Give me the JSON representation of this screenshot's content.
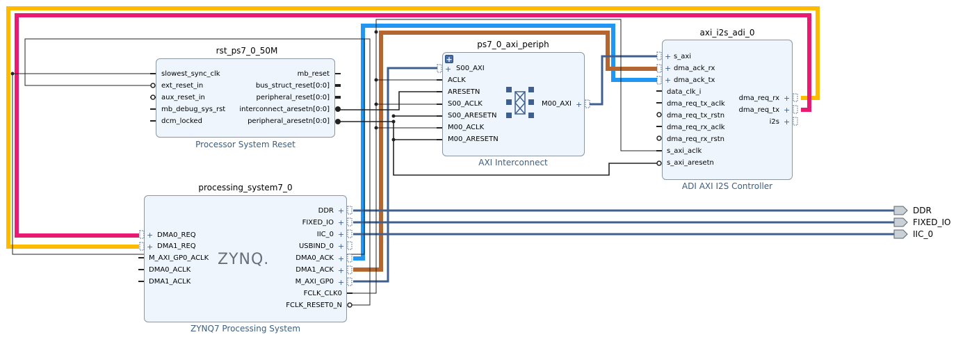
{
  "blocks": {
    "rst": {
      "title": "rst_ps7_0_50M",
      "subtitle": "Processor System Reset",
      "left_ports": [
        "slowest_sync_clk",
        "ext_reset_in",
        "aux_reset_in",
        "mb_debug_sys_rst",
        "dcm_locked"
      ],
      "right_ports": [
        "mb_reset",
        "bus_struct_reset[0:0]",
        "peripheral_reset[0:0]",
        "interconnect_aresetn[0:0]",
        "peripheral_aresetn[0:0]"
      ]
    },
    "periph": {
      "title": "ps7_0_axi_periph",
      "subtitle": "AXI Interconnect",
      "left_ports": [
        "S00_AXI",
        "ACLK",
        "ARESETN",
        "S00_ACLK",
        "S00_ARESETN",
        "M00_ACLK",
        "M00_ARESETN"
      ],
      "right_ports": [
        "M00_AXI"
      ],
      "expand_glyph": "+"
    },
    "i2s": {
      "title": "axi_i2s_adi_0",
      "subtitle": "ADI AXI I2S Controller",
      "left_ports": [
        "s_axi",
        "dma_ack_rx",
        "dma_ack_tx",
        "data_clk_i",
        "dma_req_tx_aclk",
        "dma_req_tx_rstn",
        "dma_req_rx_aclk",
        "dma_req_rx_rstn",
        "s_axi_aclk",
        "s_axi_aresetn"
      ],
      "right_ports": [
        "dma_req_rx",
        "dma_req_tx",
        "i2s"
      ]
    },
    "ps": {
      "title": "processing_system7_0",
      "subtitle": "ZYNQ7 Processing System",
      "logo": "ZYNQ.",
      "left_ports": [
        "DMA0_REQ",
        "DMA1_REQ",
        "M_AXI_GP0_ACLK",
        "DMA0_ACLK",
        "DMA1_ACLK"
      ],
      "right_ports": [
        "DDR",
        "FIXED_IO",
        "IIC_0",
        "USBIND_0",
        "DMA0_ACK",
        "DMA1_ACK",
        "M_AXI_GP0",
        "FCLK_CLK0",
        "FCLK_RESET0_N"
      ]
    }
  },
  "external_ports": [
    "DDR",
    "FIXED_IO",
    "IIC_0"
  ],
  "colors": {
    "block_fill": "#eef5fc",
    "block_border": "#8a96a2",
    "subtitle": "#3c5f82",
    "bus_intf": "#3f5f8f",
    "wire": "#222222",
    "yellow_net": "#ffbb00",
    "pink_net": "#ea1a72",
    "blue_net": "#2196f3",
    "brown_net": "#b5652f"
  }
}
